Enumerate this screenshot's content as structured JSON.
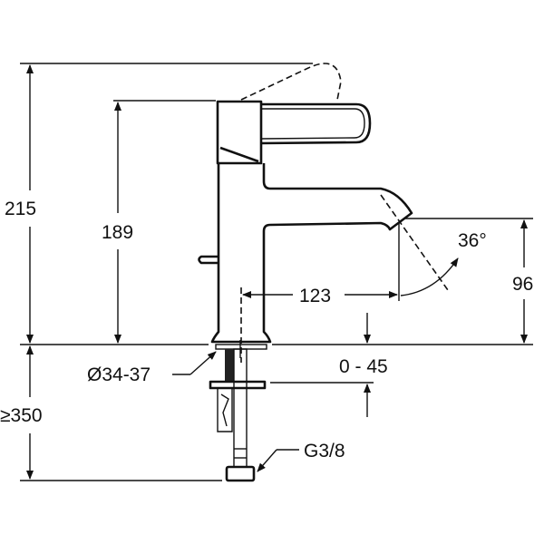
{
  "title": "Basin mixer tap dimension drawing",
  "dimensions": {
    "total_height": "215",
    "body_height": "189",
    "spout_reach": "123",
    "spout_height": "96",
    "spray_angle": "36°",
    "counter_thickness": "0 - 45",
    "hole_diameter": "Ø34-37",
    "hose_length": "≥350",
    "connection": "G3/8"
  },
  "colors": {
    "line": "#111111",
    "background": "#ffffff"
  }
}
